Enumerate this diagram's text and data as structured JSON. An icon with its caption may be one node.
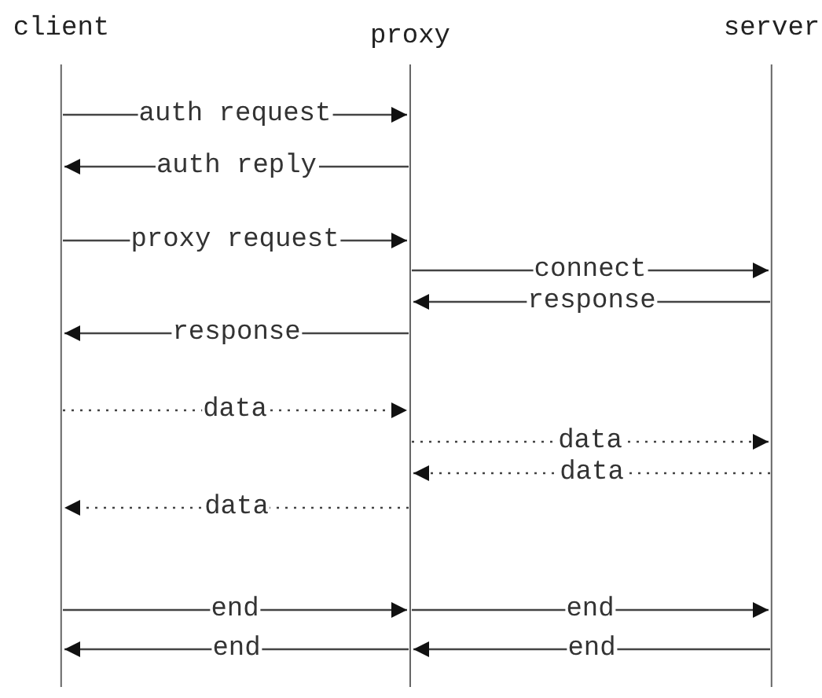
{
  "diagram": {
    "nodes": [
      {
        "text": [
          "client"
        ]
      },
      {
        "text": [
          "proxy"
        ]
      },
      {
        "text": [
          "server"
        ]
      }
    ],
    "edges": [
      {
        "from": 0,
        "to": 1,
        "arrow": "to",
        "label": "auth request"
      },
      {
        "from": 1,
        "to": 0,
        "arrow": "to",
        "label": "auth reply"
      },
      {
        "from": 0,
        "to": 1,
        "arrow": "to",
        "label": "proxy request"
      },
      {
        "from": 1,
        "to": 2,
        "arrow": "to",
        "label": "connect"
      },
      {
        "from": 2,
        "to": 1,
        "arrow": "to",
        "label": "response"
      },
      {
        "from": 1,
        "to": 0,
        "arrow": "to",
        "label": "response"
      },
      {
        "from": 0,
        "to": 1,
        "arrow": "to",
        "label": "data",
        "style": "dashed"
      },
      {
        "from": 1,
        "to": 2,
        "arrow": "to",
        "label": "data",
        "style": "dashed"
      },
      {
        "from": 2,
        "to": 1,
        "arrow": "to",
        "label": "data",
        "style": "dashed"
      },
      {
        "from": 1,
        "to": 0,
        "arrow": "to",
        "label": "data",
        "style": "dashed"
      },
      {
        "from": 0,
        "to": 1,
        "arrow": "to",
        "label": "end"
      },
      {
        "from": 1,
        "to": 2,
        "arrow": "to",
        "label": "end"
      },
      {
        "from": 1,
        "to": 0,
        "arrow": "to",
        "label": "end"
      },
      {
        "from": 2,
        "to": 1,
        "arrow": "to",
        "label": "end"
      }
    ]
  }
}
